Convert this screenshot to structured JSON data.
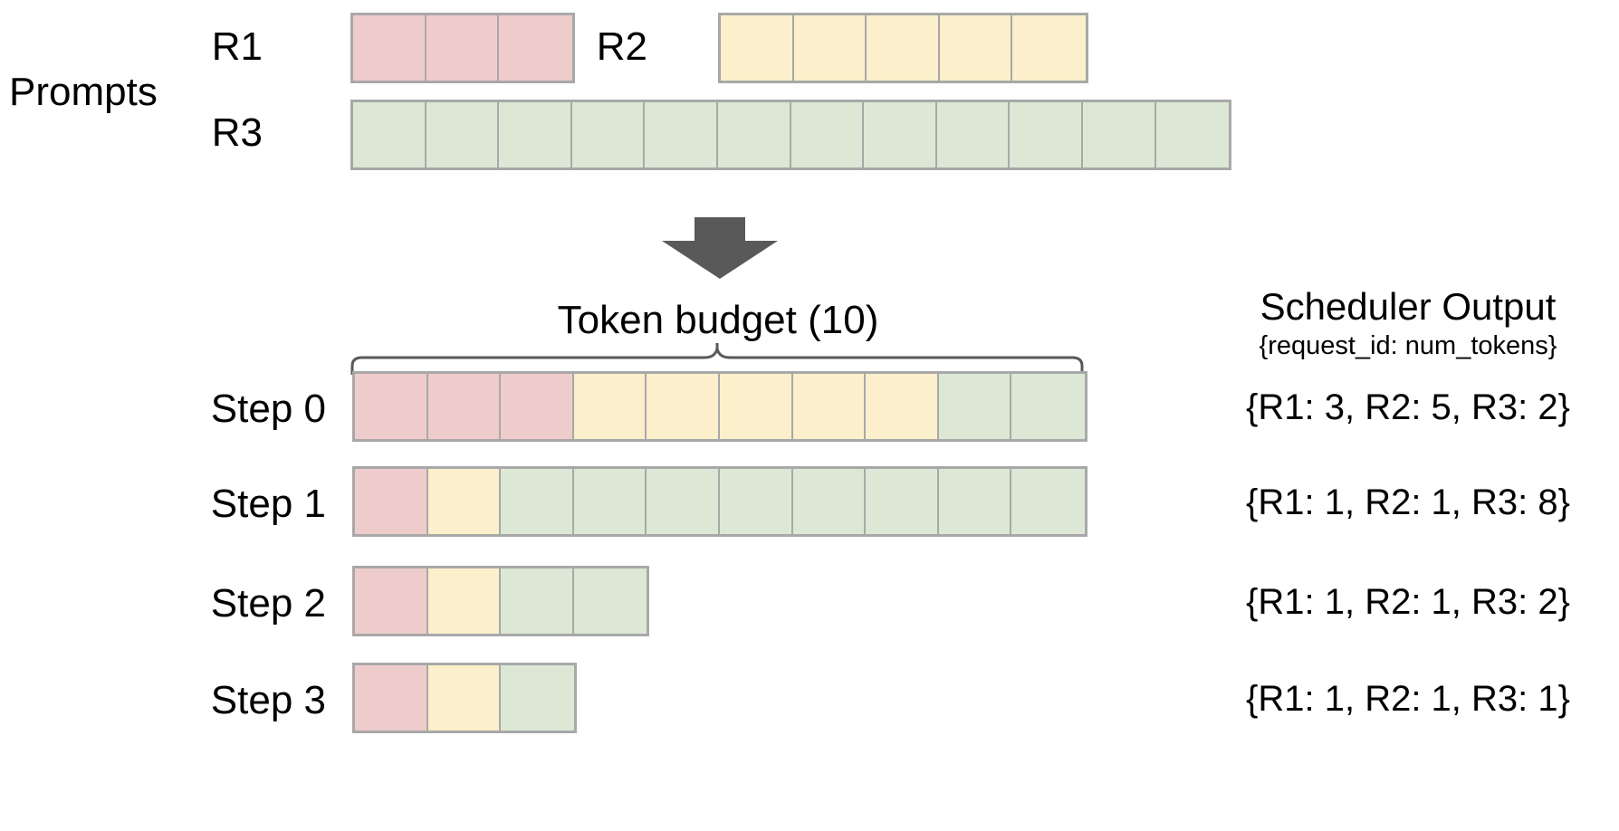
{
  "colors": {
    "r1": "#EFCCCC",
    "r2": "#FBEFCC",
    "r3": "#DCE8D5",
    "cell_border": "#A8A8A8",
    "arrow": "#595959",
    "brace": "#595959",
    "text": "#000000",
    "background": "#FFFFFF"
  },
  "legend": {
    "prompts_label": "Prompts"
  },
  "prompts": {
    "rows": [
      {
        "id": "R1",
        "label": "R1",
        "tokens": 3,
        "color_key": "r1"
      },
      {
        "id": "R2",
        "label": "R2",
        "tokens": 5,
        "color_key": "r2"
      },
      {
        "id": "R3",
        "label": "R3",
        "tokens": 12,
        "color_key": "r3"
      }
    ]
  },
  "flow": {
    "arrow_icon": "down-arrow-icon"
  },
  "budget": {
    "title": "Token  budget (10)",
    "value": 10
  },
  "scheduler": {
    "title": "Scheduler Output",
    "subtitle": "{request_id: num_tokens}"
  },
  "steps": [
    {
      "label": "Step 0",
      "segments": [
        {
          "request": "R1",
          "count": 3,
          "color_key": "r1"
        },
        {
          "request": "R2",
          "count": 5,
          "color_key": "r2"
        },
        {
          "request": "R3",
          "count": 2,
          "color_key": "r3"
        }
      ],
      "output": "{R1: 3, R2: 5, R3: 2}",
      "total": 10
    },
    {
      "label": "Step 1",
      "segments": [
        {
          "request": "R1",
          "count": 1,
          "color_key": "r1"
        },
        {
          "request": "R2",
          "count": 1,
          "color_key": "r2"
        },
        {
          "request": "R3",
          "count": 8,
          "color_key": "r3"
        }
      ],
      "output": "{R1: 1, R2: 1, R3: 8}",
      "total": 10
    },
    {
      "label": "Step 2",
      "segments": [
        {
          "request": "R1",
          "count": 1,
          "color_key": "r1"
        },
        {
          "request": "R2",
          "count": 1,
          "color_key": "r2"
        },
        {
          "request": "R3",
          "count": 2,
          "color_key": "r3"
        }
      ],
      "output": "{R1: 1, R2: 1, R3: 2}",
      "total": 4
    },
    {
      "label": "Step 3",
      "segments": [
        {
          "request": "R1",
          "count": 1,
          "color_key": "r1"
        },
        {
          "request": "R2",
          "count": 1,
          "color_key": "r2"
        },
        {
          "request": "R3",
          "count": 1,
          "color_key": "r3"
        }
      ],
      "output": "{R1: 1, R2: 1, R3: 1}",
      "total": 3
    }
  ]
}
